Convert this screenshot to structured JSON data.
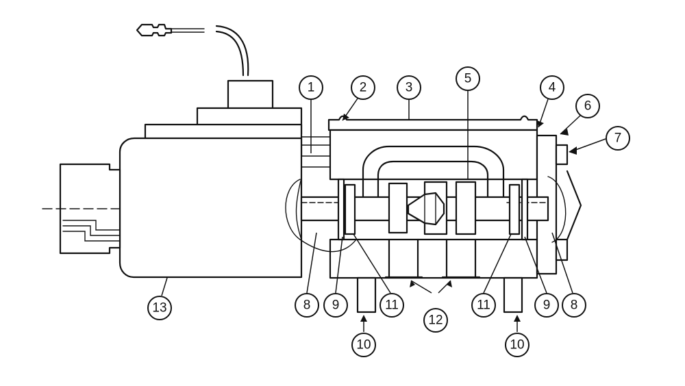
{
  "callouts": [
    {
      "id": "1",
      "label": "1"
    },
    {
      "id": "2",
      "label": "2"
    },
    {
      "id": "3",
      "label": "3"
    },
    {
      "id": "4",
      "label": "4"
    },
    {
      "id": "5",
      "label": "5"
    },
    {
      "id": "6",
      "label": "6"
    },
    {
      "id": "7",
      "label": "7"
    },
    {
      "id": "8a",
      "label": "8"
    },
    {
      "id": "9a",
      "label": "9"
    },
    {
      "id": "11a",
      "label": "11"
    },
    {
      "id": "12",
      "label": "12"
    },
    {
      "id": "11b",
      "label": "11"
    },
    {
      "id": "9b",
      "label": "9"
    },
    {
      "id": "8b",
      "label": "8"
    },
    {
      "id": "10a",
      "label": "10"
    },
    {
      "id": "10b",
      "label": "10"
    },
    {
      "id": "13",
      "label": "13"
    }
  ]
}
